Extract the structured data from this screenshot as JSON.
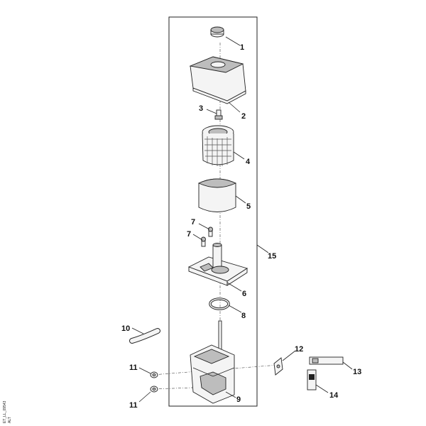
{
  "diagram": {
    "callouts": [
      {
        "id": "c1",
        "text": "1"
      },
      {
        "id": "c2",
        "text": "2"
      },
      {
        "id": "c3",
        "text": "3"
      },
      {
        "id": "c4",
        "text": "4"
      },
      {
        "id": "c5",
        "text": "5"
      },
      {
        "id": "c6",
        "text": "6"
      },
      {
        "id": "c7a",
        "text": "7"
      },
      {
        "id": "c7b",
        "text": "7"
      },
      {
        "id": "c8",
        "text": "8"
      },
      {
        "id": "c9",
        "text": "9"
      },
      {
        "id": "c10",
        "text": "10"
      },
      {
        "id": "c11a",
        "text": "11"
      },
      {
        "id": "c11b",
        "text": "11"
      },
      {
        "id": "c12",
        "text": "12"
      },
      {
        "id": "c13",
        "text": "13"
      },
      {
        "id": "c14",
        "text": "14"
      },
      {
        "id": "c15",
        "text": "15"
      }
    ],
    "side_code_1": "ET_LL_09543",
    "side_code_2": "ALT"
  }
}
